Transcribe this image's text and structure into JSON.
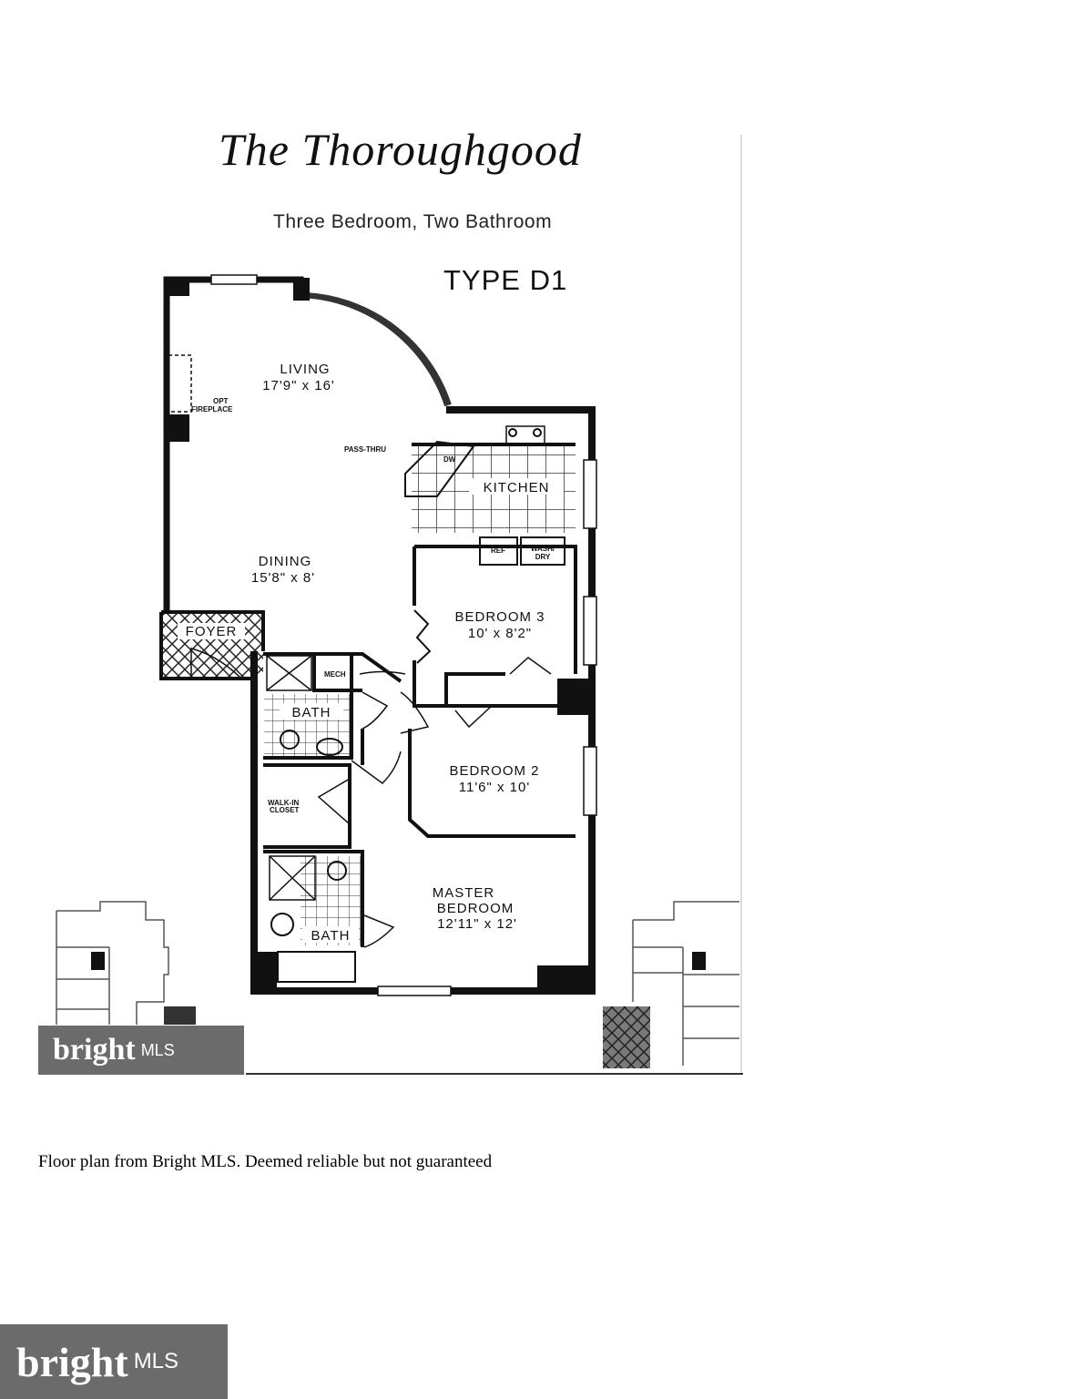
{
  "header": {
    "title": "The Thoroughgood",
    "subtitle": "Three Bedroom, Two Bathroom",
    "type": "TYPE D1"
  },
  "rooms": {
    "living": {
      "name": "LIVING",
      "size": "17'9\" x 16'"
    },
    "fireplace": {
      "line1": "OPT",
      "line2": "FIREPLACE"
    },
    "pass_thru": "PASS-THRU",
    "dw": "DW",
    "kitchen": "KITCHEN",
    "ref": "REF",
    "wash_dry": {
      "line1": "WASH/",
      "line2": "DRY"
    },
    "dining": {
      "name": "DINING",
      "size": "15'8\" x 8'"
    },
    "foyer": "FOYER",
    "bedroom3": {
      "name": "BEDROOM 3",
      "size": "10' x 8'2\""
    },
    "mech": "MECH",
    "bath1": "BATH",
    "bedroom2": {
      "name": "BEDROOM 2",
      "size": "11'6\" x 10'"
    },
    "closet": {
      "line1": "WALK-IN",
      "line2": "CLOSET"
    },
    "master": {
      "line1": "MASTER",
      "line2": "BEDROOM",
      "size": "12'11\" x 12'"
    },
    "bath2": "BATH"
  },
  "logo": {
    "brand": "bright",
    "suffix": "MLS"
  },
  "caption": "Floor plan from Bright MLS.  Deemed reliable but not guaranteed",
  "colors": {
    "wall": "#111111",
    "logo_bg": "#6b6b6b"
  }
}
